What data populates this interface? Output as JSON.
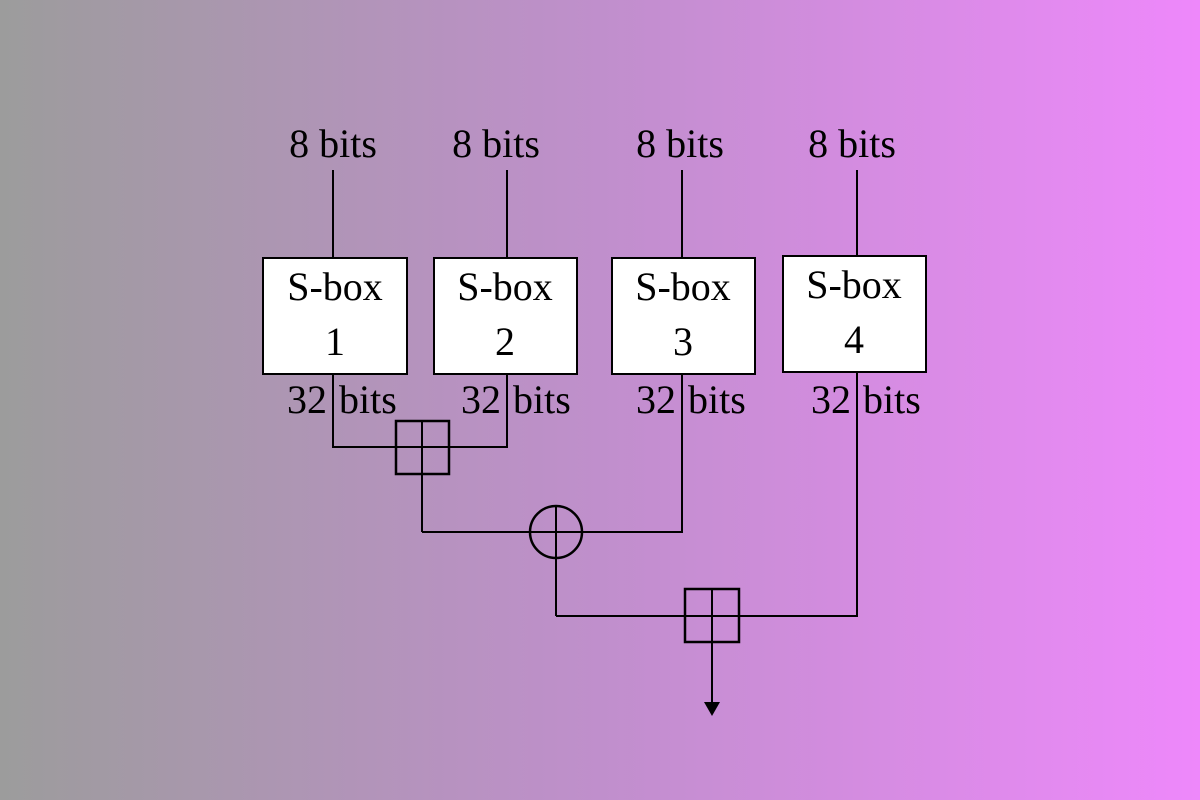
{
  "diagram": {
    "inputs": [
      "8 bits",
      "8 bits",
      "8 bits",
      "8 bits"
    ],
    "sboxes": [
      {
        "title": "S-box",
        "number": "1"
      },
      {
        "title": "S-box",
        "number": "2"
      },
      {
        "title": "S-box",
        "number": "3"
      },
      {
        "title": "S-box",
        "number": "4"
      }
    ],
    "outputs": [
      {
        "num": "32",
        "unit": "bits"
      },
      {
        "num": "32",
        "unit": "bits"
      },
      {
        "num": "32",
        "unit": "bits"
      },
      {
        "num": "32",
        "unit": "bits"
      }
    ],
    "operations": [
      "addition-mod-2^32",
      "xor",
      "addition-mod-2^32"
    ]
  }
}
